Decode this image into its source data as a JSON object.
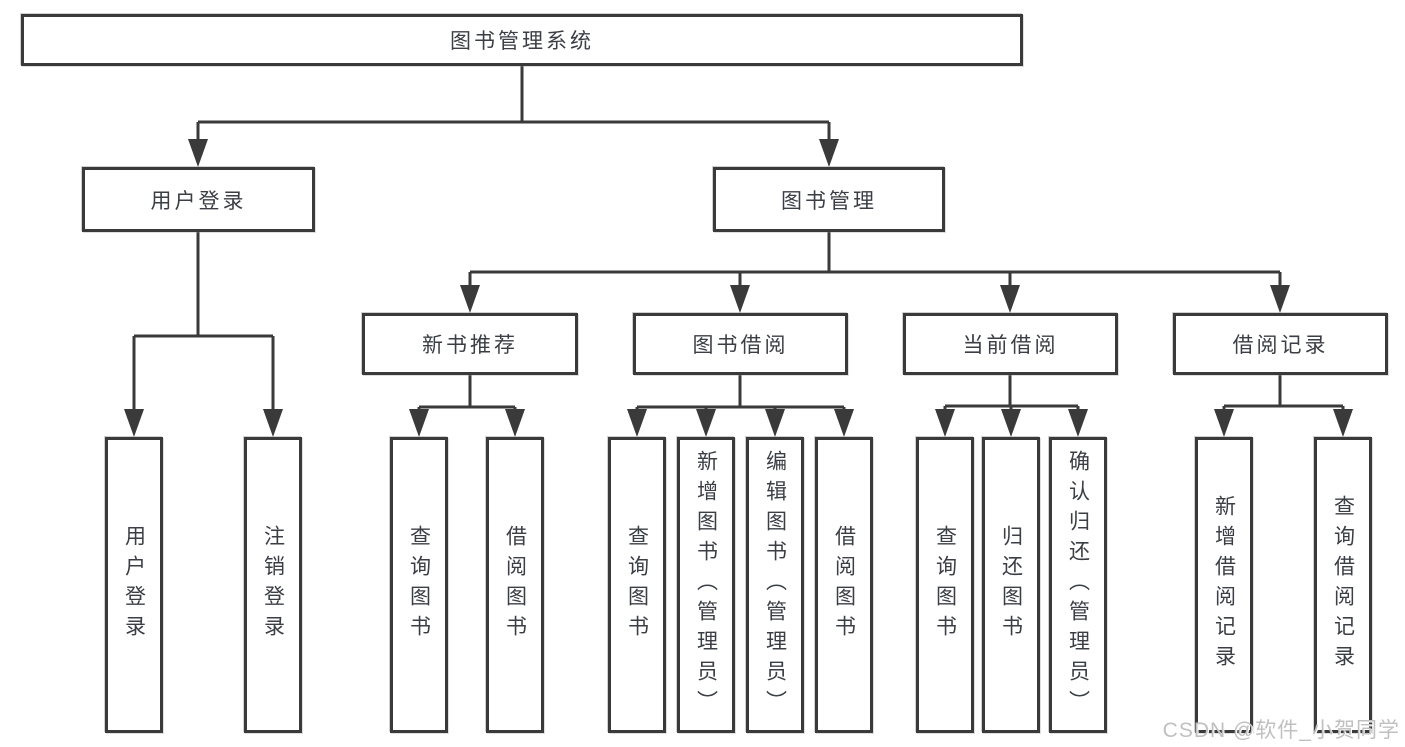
{
  "watermark": "CSDN @软件_小贺同学",
  "tree": {
    "root": "图书管理系统",
    "branches": [
      {
        "label": "用户登录",
        "children": [
          "用户登录",
          "注销登录"
        ]
      },
      {
        "label": "图书管理",
        "sections": [
          {
            "label": "新书推荐",
            "children": [
              "查询图书",
              "借阅图书"
            ]
          },
          {
            "label": "图书借阅",
            "children": [
              "查询图书",
              "新增图书（管理员）",
              "编辑图书（管理员）",
              "借阅图书"
            ]
          },
          {
            "label": "当前借阅",
            "children": [
              "查询图书",
              "归还图书",
              "确认归还（管理员）"
            ]
          },
          {
            "label": "借阅记录",
            "children": [
              "新增借阅记录",
              "查询借阅记录"
            ]
          }
        ]
      }
    ]
  },
  "colors": {
    "line": "#3a3a3a",
    "text": "#3b3e45",
    "watermark": "#c0c0c0",
    "background": "#ffffff"
  }
}
